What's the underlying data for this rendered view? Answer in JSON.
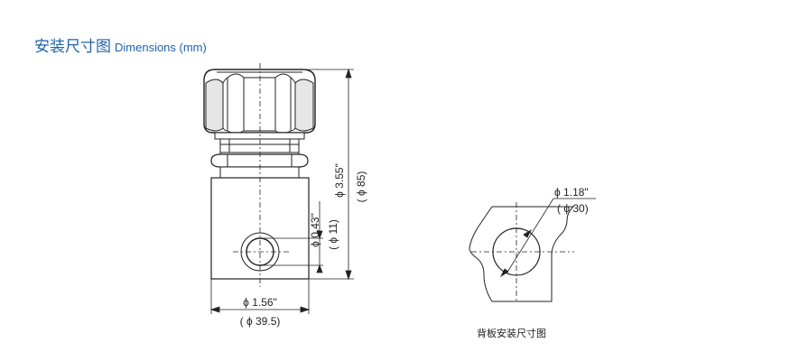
{
  "header": {
    "title_cn": "安装尺寸图",
    "title_en": "Dimensions (mm)"
  },
  "valve": {
    "width_in": "ϕ 1.56\"",
    "width_mm": "( ϕ 39.5)",
    "height_in": "ϕ 3.55\"",
    "height_mm": "( ϕ 85)",
    "port_in": "ϕ 0.43\"",
    "port_mm": "( ϕ 11)"
  },
  "panel": {
    "hole_in": "ϕ 1.18\"",
    "hole_mm": "( ϕ 30)",
    "caption": "背板安装尺寸图"
  },
  "colors": {
    "title": "#1f63a8",
    "line": "#222222"
  }
}
